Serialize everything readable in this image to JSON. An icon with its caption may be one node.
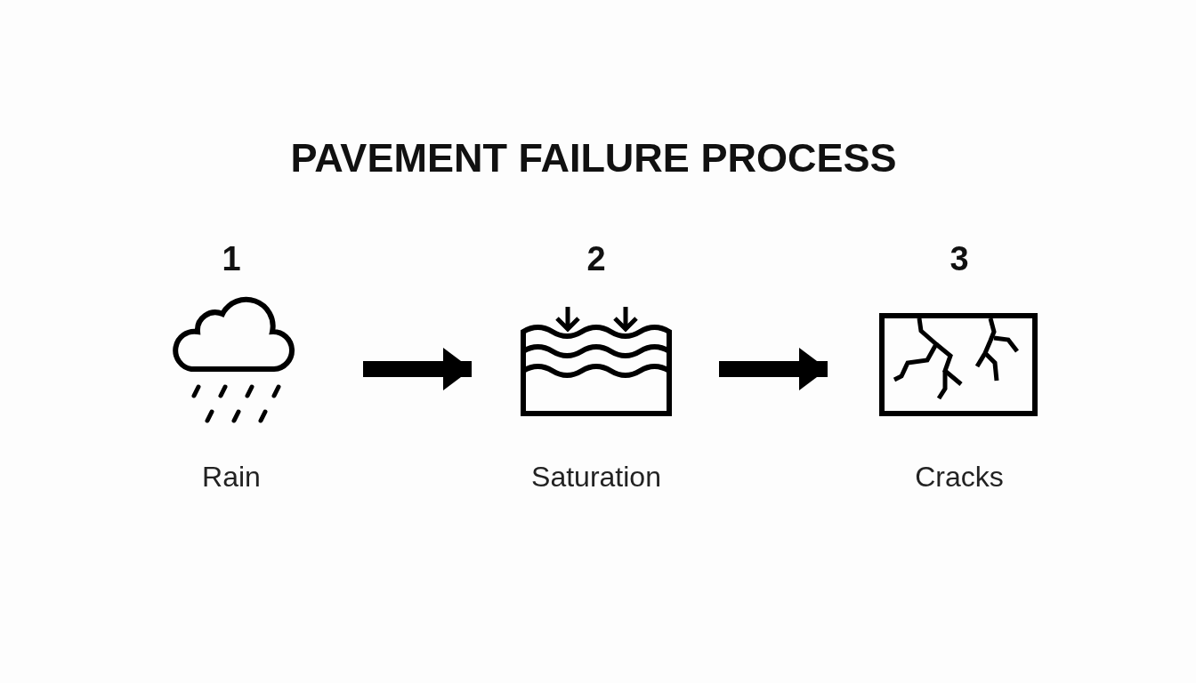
{
  "diagram": {
    "title": "PAVEMENT FAILURE PROCESS",
    "nodes": [
      {
        "text": [
          "1",
          "Rain"
        ]
      },
      {
        "text": [
          "2",
          "Saturation"
        ]
      },
      {
        "text": [
          "3",
          "Cracks"
        ]
      }
    ],
    "edges": [
      {
        "from": 0,
        "to": 1,
        "arrow": "to"
      },
      {
        "from": 1,
        "to": 2,
        "arrow": "to"
      }
    ]
  }
}
